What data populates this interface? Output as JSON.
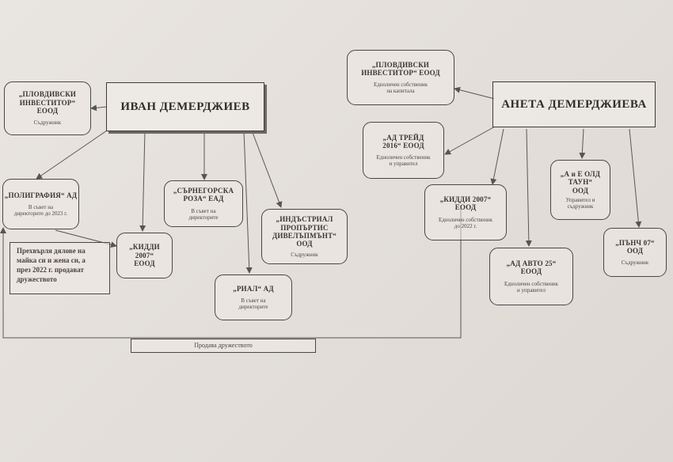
{
  "persons": {
    "ivan": "ИВАН ДЕМЕРДЖИЕВ",
    "aneta": "АНЕТА ДЕМЕРДЖИЕВА"
  },
  "companies": {
    "plovdivski_left": {
      "name": [
        "„ПЛОВДИВСКИ",
        "ИНВЕСТИТОР“",
        "ЕООД"
      ],
      "role": [
        "Съдружник"
      ]
    },
    "poligrafia": {
      "name": [
        "„ПОЛИГРАФИЯ“ АД"
      ],
      "role": [
        "В съвет на",
        "директорите до 2023 г."
      ]
    },
    "kiddi_left": {
      "name": [
        "„КИДДИ",
        "2007“",
        "ЕООД"
      ],
      "role": []
    },
    "sarnegorska": {
      "name": [
        "„СЪРНЕГОРСКА",
        "РОЗА“ ЕАД"
      ],
      "role": [
        "В съвет на",
        "директорите"
      ]
    },
    "rial": {
      "name": [
        "„РИАЛ“ АД"
      ],
      "role": [
        "В съвет на",
        "директорите"
      ]
    },
    "industrial": {
      "name": [
        "„ИНДЪСТРИАЛ",
        "ПРОПЪРТИС",
        "ДИВЕЛЪПМЪНТ“",
        "ООД"
      ],
      "role": [
        "Съдружник"
      ]
    },
    "plovdivski_right": {
      "name": [
        "„ПЛОВДИВСКИ",
        "ИНВЕСТИТОР“ ЕООД"
      ],
      "role": [
        "Едноличен собственик",
        "на капитала"
      ]
    },
    "ad_treid": {
      "name": [
        "„АД ТРЕЙД",
        "2016“ ЕООД"
      ],
      "role": [
        "Едноличен собственик",
        "и управител"
      ]
    },
    "kiddi_right": {
      "name": [
        "„КИДДИ 2007“",
        "ЕООД"
      ],
      "role": [
        "Едноличен собственик",
        "до 2022 г."
      ]
    },
    "a_e_old_town": {
      "name": [
        "„А и Е ОЛД",
        "ТАУН“",
        "ООД"
      ],
      "role": [
        "Управител и",
        "съдружник"
      ]
    },
    "ad_avto": {
      "name": [
        "„АД АВТО 25“",
        "ЕООД"
      ],
      "role": [
        "Едноличен собственик",
        "и управител"
      ]
    },
    "panch": {
      "name": [
        "„ПЪНЧ 07“",
        "ООД"
      ],
      "role": [
        "Съдружник"
      ]
    }
  },
  "note": [
    "Прехвърля дялове на",
    "майка си и жена си, а",
    "през 2022 г. продават",
    "дружеството"
  ],
  "sale_label": "Продава дружеството"
}
